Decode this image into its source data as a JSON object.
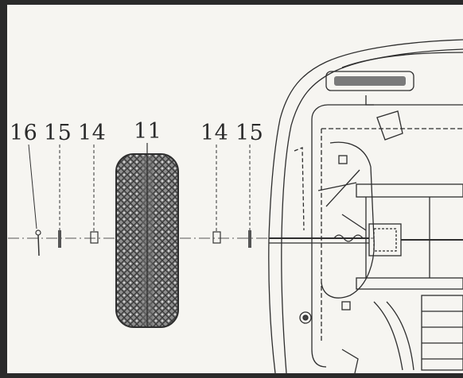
{
  "diagram": {
    "part_labels": [
      "16",
      "15",
      "14",
      "11",
      "14",
      "15"
    ]
  },
  "colors": {
    "paper": "#f6f5f1",
    "ink": "#2b2b2b",
    "border": "#2a2a2a"
  }
}
